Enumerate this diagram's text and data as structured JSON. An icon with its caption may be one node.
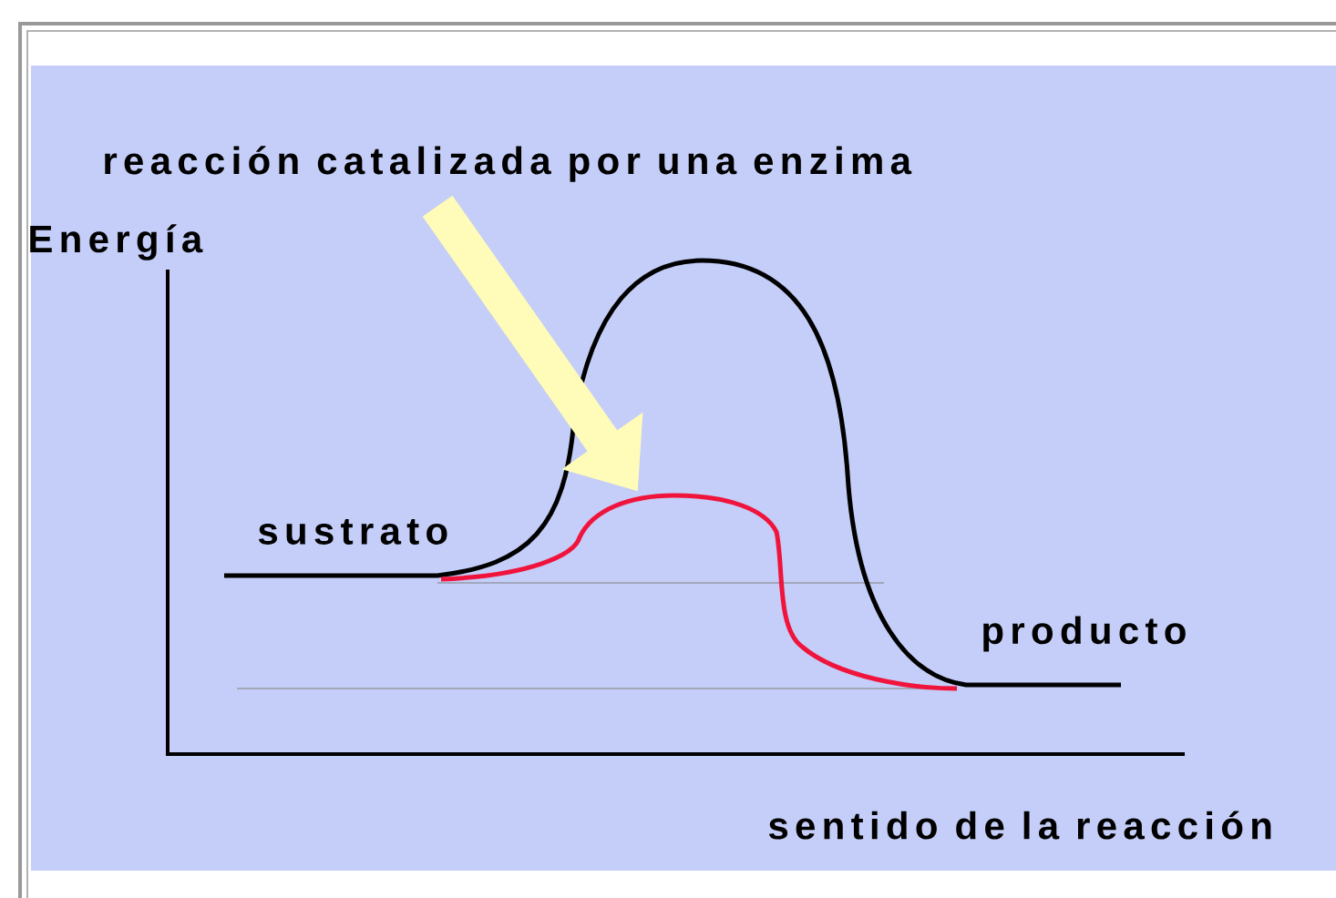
{
  "diagram": {
    "nodes": [
      {
        "text": [
          "reacción catalizada por una enzima"
        ]
      },
      {
        "text": [],
        "shape": "curve"
      }
    ],
    "edges": [
      {
        "from": 0,
        "to": 1,
        "arrow": "to"
      }
    ],
    "labels": [
      "Energía",
      "sustrato",
      "producto",
      "sentido de la reacción"
    ]
  }
}
